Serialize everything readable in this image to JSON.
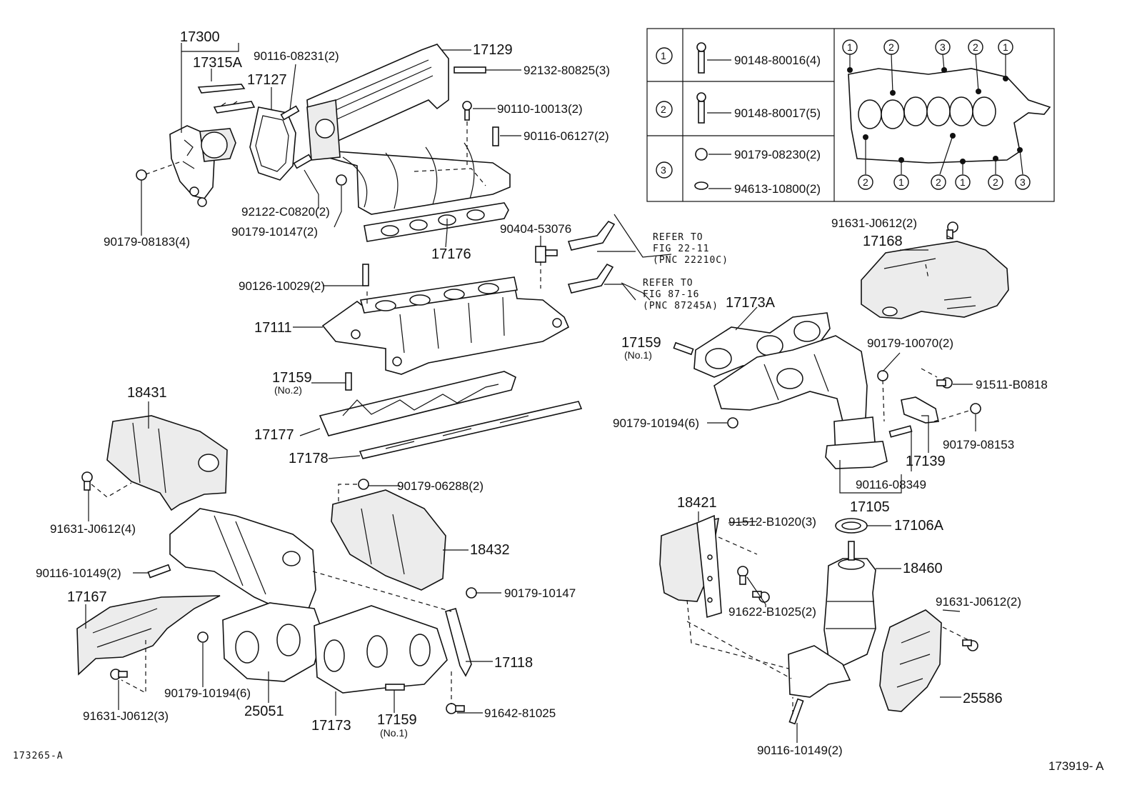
{
  "footer": {
    "left_code": "173265-A",
    "right_code": "173919- A"
  },
  "parts": {
    "p17300": "17300",
    "p17315A": "17315A",
    "p17127": "17127",
    "p90116_08231": "90116-08231(2)",
    "p17129": "17129",
    "p92132_80825": "92132-80825(3)",
    "p90110_10013": "90110-10013(2)",
    "p90116_06127": "90116-06127(2)",
    "p92122_C0820": "92122-C0820(2)",
    "p90179_10147_2": "90179-10147(2)",
    "p90179_08183": "90179-08183(4)",
    "p17176": "17176",
    "p90404_53076": "90404-53076",
    "p90126_10029": "90126-10029(2)",
    "p17111": "17111",
    "p17159_no2": "17159",
    "p17159_no2_sub": "(No.2)",
    "p17177": "17177",
    "p17178": "17178",
    "p18431": "18431",
    "p91631_J0612_4": "91631-J0612(4)",
    "p90179_06288": "90179-06288(2)",
    "p18432": "18432",
    "p90116_10149_left": "90116-10149(2)",
    "p90179_10147": "90179-10147",
    "p17167": "17167",
    "p17118": "17118",
    "p90179_10194_left": "90179-10194(6)",
    "p25051": "25051",
    "p91631_J0612_3": "91631-J0612(3)",
    "p17173": "17173",
    "p17159_no1_bottom": "17159",
    "p17159_no1_bottom_sub": "(No.1)",
    "p91642_81025": "91642-81025",
    "p91631_J0612_2_top": "91631-J0612(2)",
    "p17168": "17168",
    "p17173A": "17173A",
    "p17159_no1_right": "17159",
    "p17159_no1_right_sub": "(No.1)",
    "p90179_10070": "90179-10070(2)",
    "p91511_B0818": "91511-B0818",
    "p90179_10194_right": "90179-10194(6)",
    "p90179_08153": "90179-08153",
    "p17139": "17139",
    "p90116_08349": "90116-08349",
    "p17105": "17105",
    "p18421": "18421",
    "p91512_B1020": "91512-B1020(3)",
    "p17106A": "17106A",
    "p18460": "18460",
    "p91622_B1025": "91622-B1025(2)",
    "p91631_J0612_2_bottom": "91631-J0612(2)",
    "p25586": "25586",
    "p90116_10149_bottom": "90116-10149(2)"
  },
  "refer_notes": {
    "ref1": [
      "REFER TO",
      "FIG 22-11",
      "(PNC 22210C)"
    ],
    "ref2": [
      "REFER TO",
      "FIG 87-16",
      "(PNC 87245A)"
    ]
  },
  "legend": {
    "rows": [
      {
        "index": "1",
        "parts": [
          "90148-80016(4)"
        ]
      },
      {
        "index": "2",
        "parts": [
          "90148-80017(5)"
        ]
      },
      {
        "index": "3",
        "parts": [
          "90179-08230(2)",
          "94613-10800(2)"
        ]
      }
    ],
    "gasket_top_markers": [
      "1",
      "2",
      "3",
      "2",
      "1"
    ],
    "gasket_bottom_markers": [
      "2",
      "1",
      "2",
      "1",
      "2",
      "3"
    ]
  }
}
